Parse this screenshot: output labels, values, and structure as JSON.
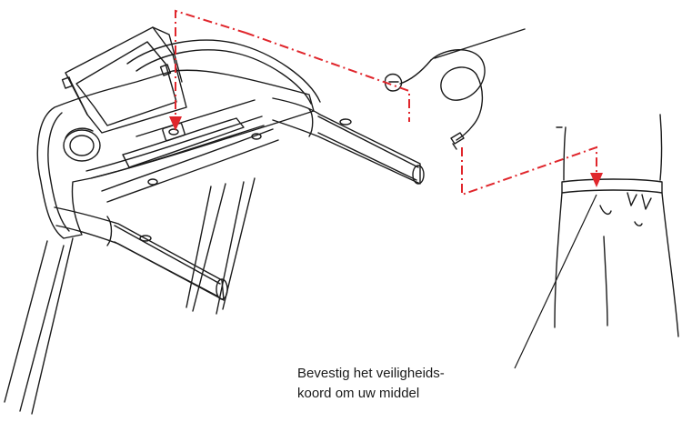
{
  "caption": {
    "line1": "Bevestig het veiligheids-",
    "line2": "koord om uw middel"
  },
  "colors": {
    "line": "#1a1a1a",
    "guide": "#e0262c",
    "background": "#ffffff"
  },
  "icons": [
    "treadmill-console-drawing",
    "safety-key-cord-drawing",
    "waist-figure-drawing",
    "red-arrow-icon"
  ]
}
